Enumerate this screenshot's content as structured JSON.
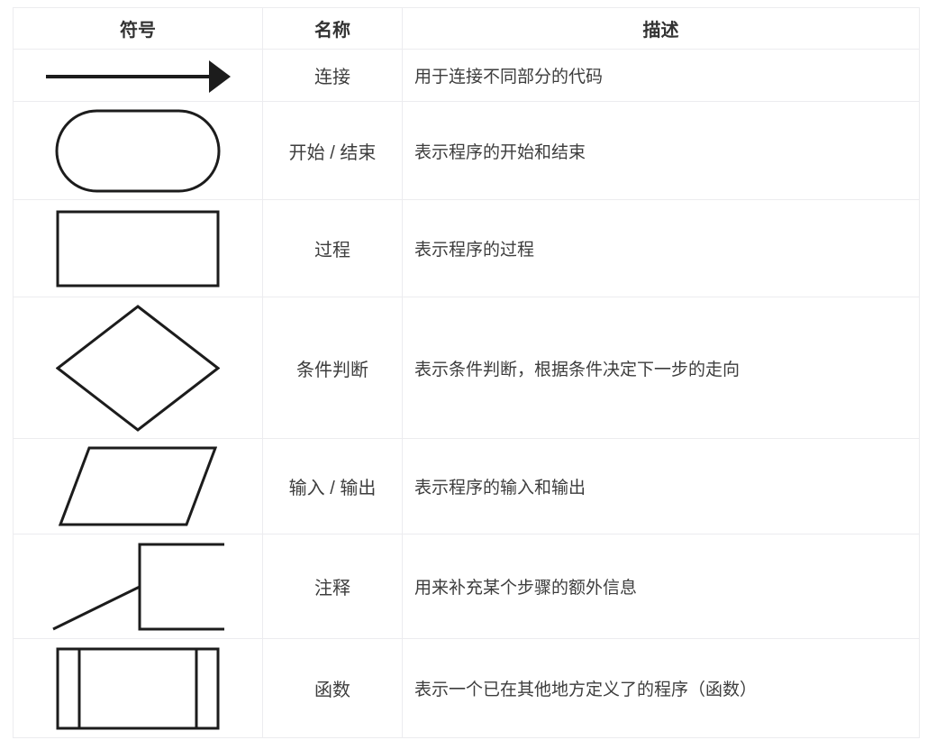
{
  "table": {
    "headers": {
      "symbol": "符号",
      "name": "名称",
      "description": "描述"
    },
    "rows": [
      {
        "symbol_icon": "connector-arrow-icon",
        "name": "连接",
        "description": "用于连接不同部分的代码"
      },
      {
        "symbol_icon": "terminal-stadium-icon",
        "name": "开始 / 结束",
        "description": "表示程序的开始和结束"
      },
      {
        "symbol_icon": "process-rectangle-icon",
        "name": "过程",
        "description": "表示程序的过程"
      },
      {
        "symbol_icon": "decision-diamond-icon",
        "name": "条件判断",
        "description": "表示条件判断，根据条件决定下一步的走向"
      },
      {
        "symbol_icon": "input-output-parallelogram-icon",
        "name": "输入 / 输出",
        "description": "表示程序的输入和输出"
      },
      {
        "symbol_icon": "annotation-bracket-icon",
        "name": "注释",
        "description": "用来补充某个步骤的额外信息"
      },
      {
        "symbol_icon": "predefined-function-icon",
        "name": "函数",
        "description": "表示一个已在其他地方定义了的程序（函数）"
      }
    ],
    "colors": {
      "background": "#ffffff",
      "border": "#ececef",
      "header_text": "#333333",
      "body_text": "#3d3d3d",
      "symbol_stroke": "#1c1c1c"
    }
  }
}
